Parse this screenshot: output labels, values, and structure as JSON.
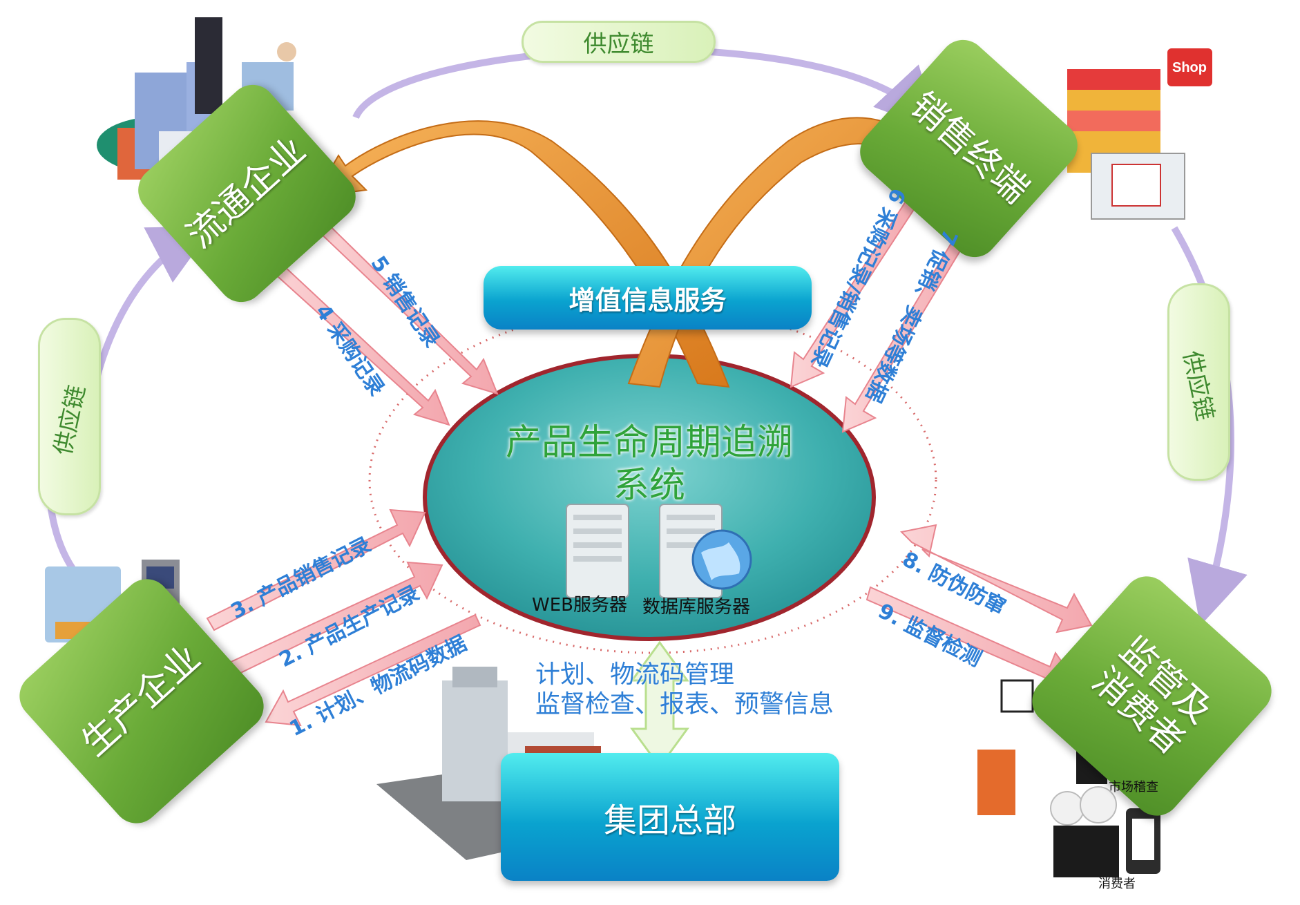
{
  "center": {
    "title_line1": "产品生命周期追溯",
    "title_line2": "系统",
    "web_server": "WEB服务器",
    "db_server": "数据库服务器"
  },
  "value_added_service": "增值信息服务",
  "nodes": {
    "distribution": "流通企业",
    "retail": "销售终端",
    "production": "生产企业",
    "regulator_line1": "监管及",
    "regulator_line2": "消费者",
    "headquarters": "集团总部"
  },
  "supply_chain_label": "供应链",
  "shop_sign": "Shop",
  "flows": {
    "f1": "1. 计划、物流码数据",
    "f2": "2. 产品生产记录",
    "f3": "3. 产品销售记录",
    "f4": "4 采购记录",
    "f5": "5 销售记录",
    "f6": "6 采购记录/销售记录",
    "f7": "7 促销、卖场等数据",
    "f8": "8. 防伪防窜",
    "f9": "9. 监督检测"
  },
  "hq_info_line1": "计划、物流码管理",
  "hq_info_line2": "监督检查、报表、预警信息",
  "person_labels": {
    "market_inspection": "市场稽查",
    "consumer": "消费者"
  },
  "colors": {
    "green": "#6aab38",
    "cyan": "#0aa3cf",
    "teal": "#33a4a9",
    "orange": "#e58a1f",
    "pink_arrow": "#f7b7bd",
    "lavender": "#b9a9dd",
    "flow_text": "#2e7fd6"
  }
}
